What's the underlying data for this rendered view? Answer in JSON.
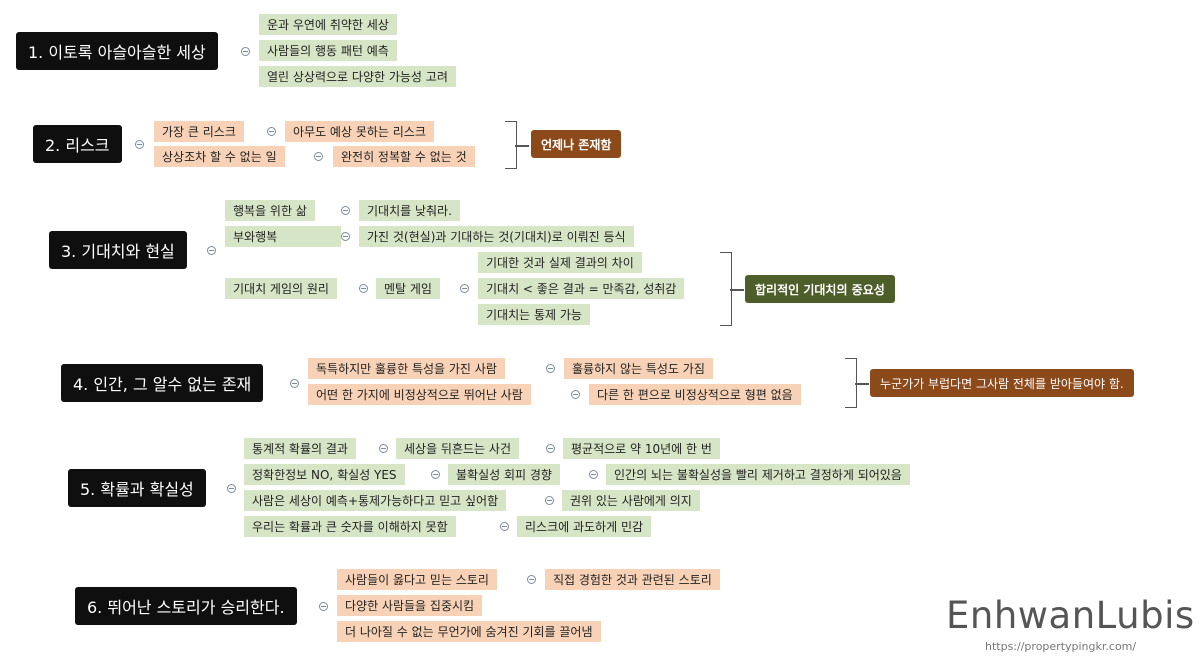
{
  "topics": [
    {
      "title": "1. 이토록 아슬아슬한 세상",
      "items": [
        "운과 우연에 취약한 세상",
        "사람들의 행동 패턴 예측",
        "열린 상상력으로 다양한 가능성 고려"
      ]
    },
    {
      "title": "2. 리스크",
      "rows": [
        [
          "가장 큰 리스크",
          "아무도 예상 못하는 리스크"
        ],
        [
          "상상조차 할 수 없는 일",
          "완전히 정복할 수 없는 것"
        ]
      ],
      "summary": "언제나 존재함"
    },
    {
      "title": "3. 기대치와 현실",
      "rows": [
        [
          "행복을 위한 삶",
          "기대치를 낮춰라."
        ],
        [
          "부와행복",
          "가진 것(현실)과 기대하는 것(기대치)로 이뤄진 등식"
        ]
      ],
      "game": {
        "label": "기대치 게임의 원리",
        "sub": "멘탈 게임",
        "items": [
          "기대한 것과 실제 결과의 차이",
          "기대치 < 좋은 결과 = 만족감, 성취감",
          "기대치는 통제 가능"
        ]
      },
      "summary": "합리적인 기대치의 중요성"
    },
    {
      "title": "4. 인간, 그 알수 없는 존재",
      "rows": [
        [
          "독특하지만 훌륭한 특성을 가진 사람",
          "훌륭하지 않는 특성도 가짐"
        ],
        [
          "어떤 한 가지에 비정상적으로 뛰어난 사람",
          "다른 한 편으로 비정상적으로 형편 없음"
        ]
      ],
      "summary": "누군가가 부럽다면 그사람 전체를 받아들여야 함."
    },
    {
      "title": "5. 확률과 확실성",
      "rows": [
        [
          "통계적 확률의 결과",
          "세상을 뒤흔드는 사건",
          "평균적으로 약 10년에 한 번"
        ],
        [
          "정확한정보 NO, 확실성 YES",
          "불확실성 회피 경향",
          "인간의 뇌는 불확실성을 빨리 제거하고 결정하게 되어있음"
        ],
        [
          "사람은 세상이 예측+통제가능하다고 믿고 싶어함",
          "권위 있는 사람에게 의지"
        ],
        [
          "우리는 확률과 큰 숫자를 이해하지 못함",
          "리스크에 과도하게 민감"
        ]
      ]
    },
    {
      "title": "6. 뛰어난 스토리가 승리한다.",
      "rows": [
        [
          "사람들이 옳다고 믿는 스토리",
          "직접 경험한 것과 관련된 스토리"
        ],
        [
          "다양한 사람들을 집중시킴"
        ],
        [
          "더 나아질 수 없는 무언가에 숨겨진 기회를 끌어냄"
        ]
      ]
    }
  ],
  "watermark": {
    "name": "EnhwanLubis",
    "url": "https://propertypingkr.com/"
  },
  "colors": {
    "main": "#0f0f0f",
    "green": "#d6e5c5",
    "peach": "#f8d2b6",
    "brown": "#8c4a1b",
    "olive": "#4e5e2a"
  }
}
